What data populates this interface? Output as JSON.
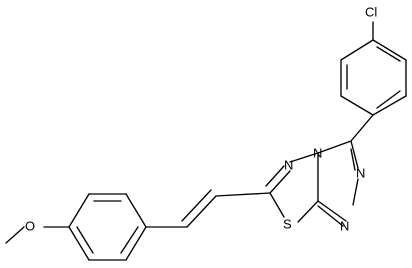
{
  "structure": {
    "atom_labels": {
      "cl": "Cl",
      "n_bridge": "N",
      "n_left": "N",
      "n_right_top": "N",
      "n_right_bottom": "N",
      "s": "S",
      "o": "O"
    }
  }
}
